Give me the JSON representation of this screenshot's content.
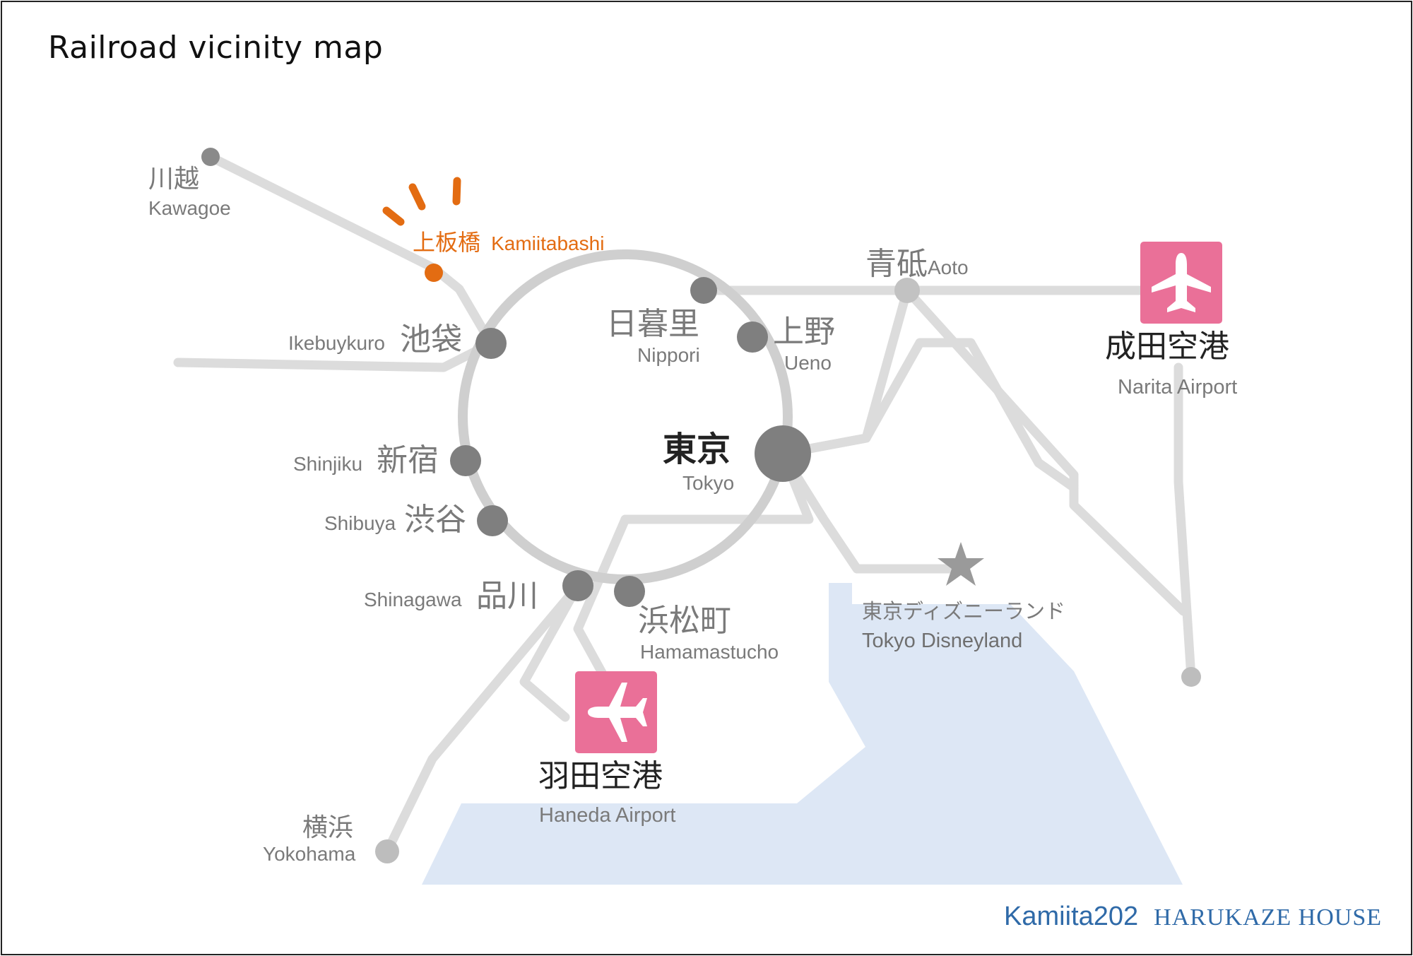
{
  "title": "Railroad vicinity map",
  "colors": {
    "line": "#dcdcdc",
    "station": "#7f7f7f",
    "highlight": "#e36c12",
    "airport": "#ea7098",
    "water": "#dde7f5",
    "brand": "#2f6aa8"
  },
  "stations": {
    "kawagoe": {
      "jp": "川越",
      "en": "Kawagoe"
    },
    "kamiitabashi": {
      "jp": "上板橋",
      "en": "Kamiitabashi"
    },
    "ikebukuro": {
      "jp": "池袋",
      "en": "Ikebuykuro"
    },
    "nippori": {
      "jp": "日暮里",
      "en": "Nippori"
    },
    "ueno": {
      "jp": "上野",
      "en": "Ueno"
    },
    "aoto": {
      "jp": "青砥",
      "en": "Aoto"
    },
    "tokyo": {
      "jp": "東京",
      "en": "Tokyo"
    },
    "shinjuku": {
      "jp": "新宿",
      "en": "Shinjiku"
    },
    "shibuya": {
      "jp": "渋谷",
      "en": "Shibuya"
    },
    "shinagawa": {
      "jp": "品川",
      "en": "Shinagawa"
    },
    "hamamatsucho": {
      "jp": "浜松町",
      "en": "Hamamastucho"
    },
    "yokohama": {
      "jp": "横浜",
      "en": "Yokohama"
    }
  },
  "landmarks": {
    "disneyland": {
      "jp": "東京ディズニーランド",
      "en": "Tokyo Disneyland",
      "icon": "star-icon"
    }
  },
  "airports": {
    "narita": {
      "jp": "成田空港",
      "en": "Narita Airport",
      "icon": "airplane-icon"
    },
    "haneda": {
      "jp": "羽田空港",
      "en": "Haneda Airport",
      "icon": "airplane-icon"
    }
  },
  "brand": {
    "name": "Kamiita202",
    "house": "HARUKAZE HOUSE"
  }
}
